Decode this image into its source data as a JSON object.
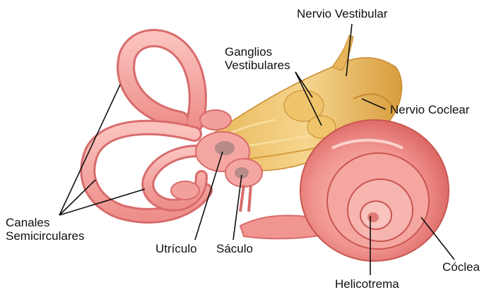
{
  "labels": {
    "nervio_vestibular": "Nervio Vestibular",
    "ganglios_line1": "Ganglios",
    "ganglios_line2": "Vestibulares",
    "nervio_coclear": "Nervio Coclear",
    "canales_line1": "Canales",
    "canales_line2": "Semicirculares",
    "utriculo": "Utrículo",
    "saculo": "Sáculo",
    "coclea": "Cóclea",
    "helicotrema": "Helicotrema"
  },
  "colors": {
    "canal_fill": "#f6a4a0",
    "canal_stroke": "#d86b6b",
    "cochlea_fill": "#ef8c88",
    "cochlea_highlight": "#fbc6c2",
    "nerve_fill": "#e8b55a",
    "nerve_highlight": "#f7dc9a",
    "leader_lines": "#111111"
  }
}
